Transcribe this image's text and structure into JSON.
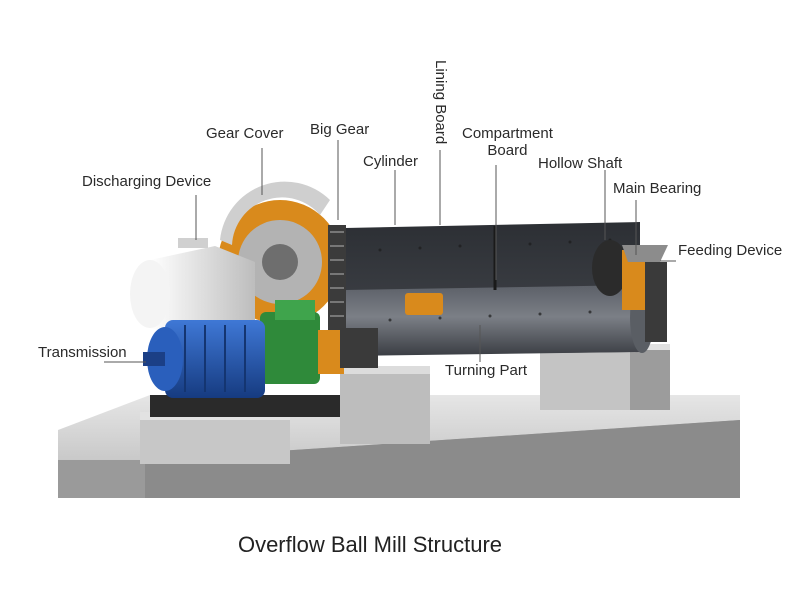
{
  "diagram": {
    "caption": "Overflow Ball Mill Structure",
    "labels": {
      "lining_board": "Lining Board",
      "gear_cover": "Gear Cover",
      "big_gear": "Big Gear",
      "compartment_board": "Compartment\nBoard",
      "cylinder": "Cylinder",
      "hollow_shaft": "Hollow Shaft",
      "discharging_device": "Discharging Device",
      "main_bearing": "Main Bearing",
      "feeding_device": "Feeding Device",
      "transmission": "Transmission",
      "turning_part": "Turning Part"
    },
    "colors": {
      "floor_top": "#d9d9d9",
      "floor_side": "#8a8a8a",
      "cylinder": "#4a4e55",
      "gear_orange": "#d98a1c",
      "motor_blue": "#1e4fa8",
      "reducer_green": "#2f8a3a",
      "hopper_white": "#eeeeee"
    }
  }
}
